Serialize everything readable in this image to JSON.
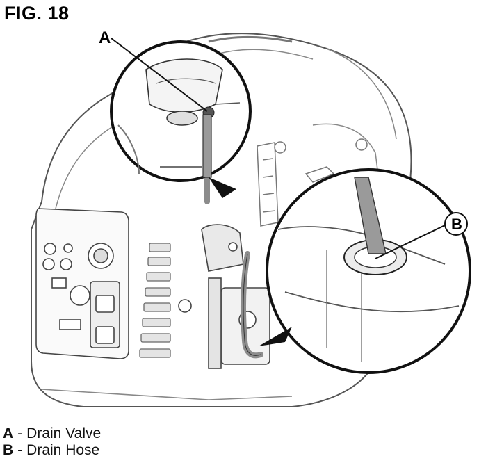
{
  "figure": {
    "title": "FIG. 18"
  },
  "callouts": {
    "a": "A",
    "b": "B"
  },
  "legend": [
    {
      "key": "A",
      "sep": "-",
      "label": "Drain Valve"
    },
    {
      "key": "B",
      "sep": "-",
      "label": "Drain Hose"
    }
  ],
  "colors": {
    "line": "#444444",
    "light_line": "#9a9a9a",
    "fill_grey": "#d6d6d6",
    "hose": "#8c8c8c"
  }
}
